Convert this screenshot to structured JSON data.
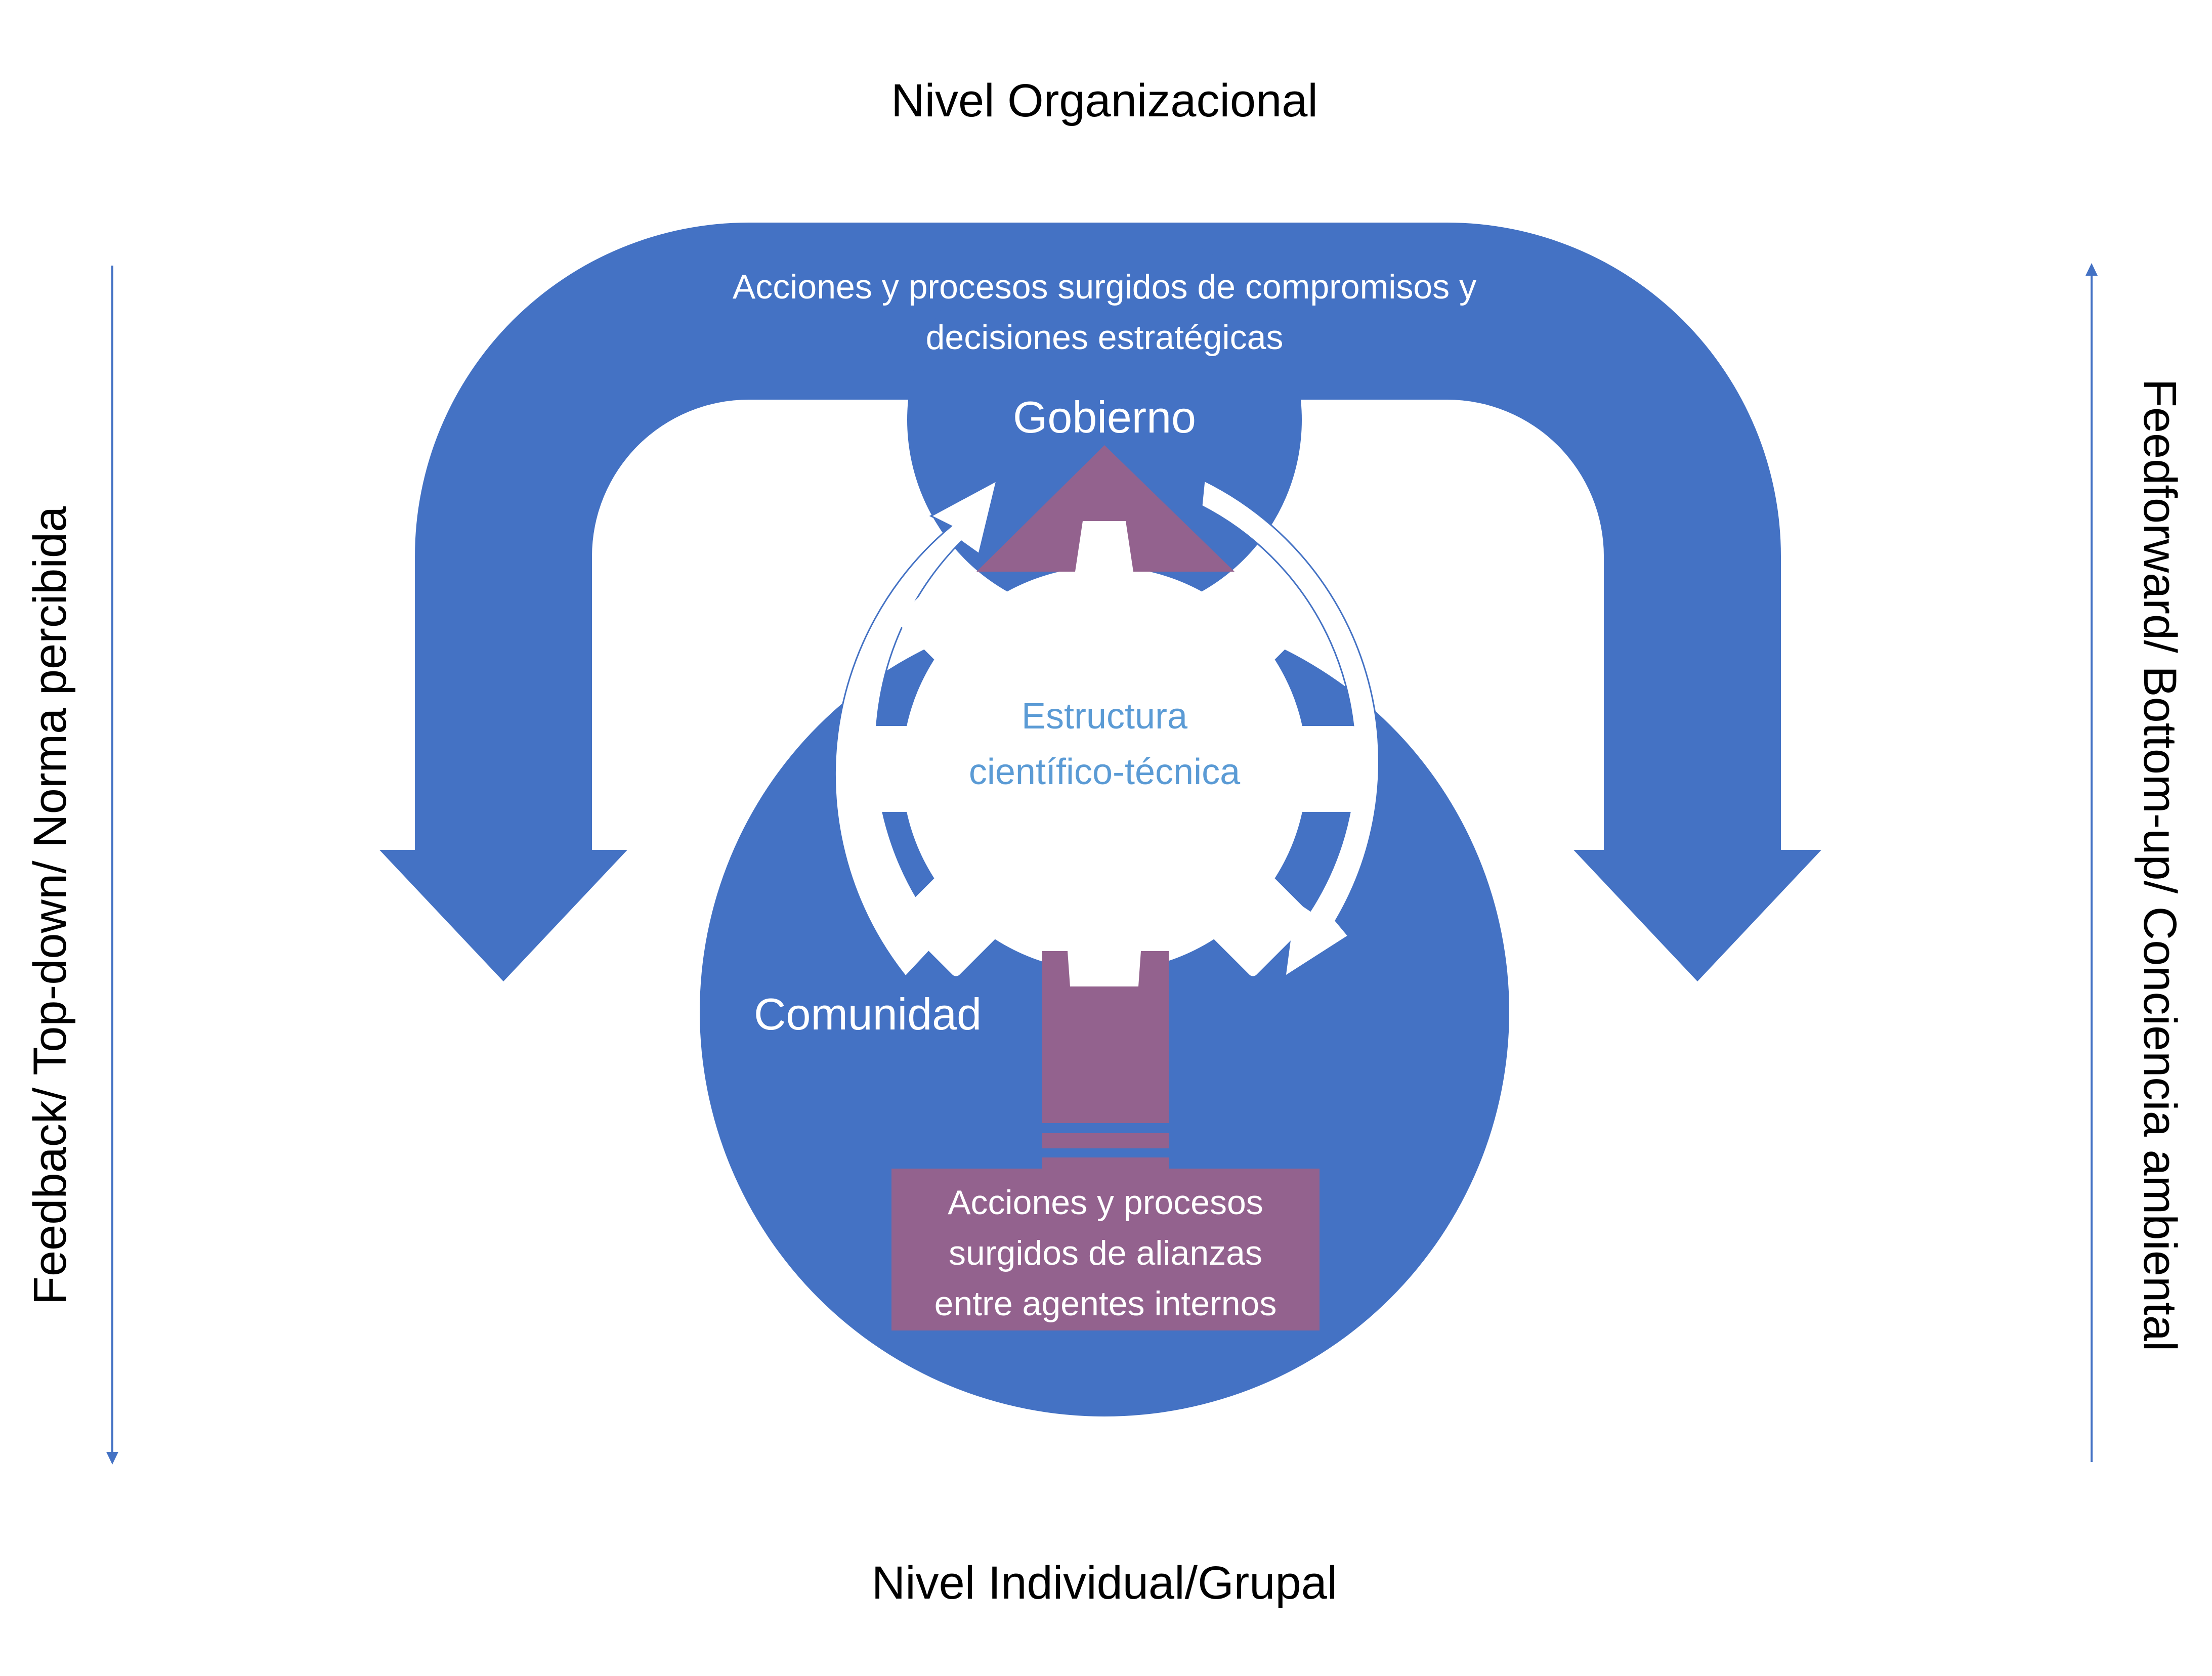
{
  "levels": {
    "top": "Nivel Organizacional",
    "bottom": "Nivel Individual/Grupal"
  },
  "side_labels": {
    "left": "Feedback/ Top-down/ Norma percibida",
    "right": "Feedforward/ Bottom-up/ Conciencia ambiental"
  },
  "top_arrow": {
    "line1": "Acciones y procesos surgidos de compromisos y",
    "line2": "decisiones estratégicas"
  },
  "nodes": {
    "gobierno": "Gobierno",
    "comunidad": "Comunidad"
  },
  "gear": {
    "line1": "Estructura",
    "line2": "científico-técnica"
  },
  "bottom_box": {
    "line1": "Acciones y procesos",
    "line2": "surgidos de alianzas",
    "line3": "entre agentes internos"
  },
  "colors": {
    "blue": "#4472C4",
    "purple": "#93628E",
    "white": "#FFFFFF",
    "gear_text": "#5B9BD5",
    "text": "#000000"
  }
}
